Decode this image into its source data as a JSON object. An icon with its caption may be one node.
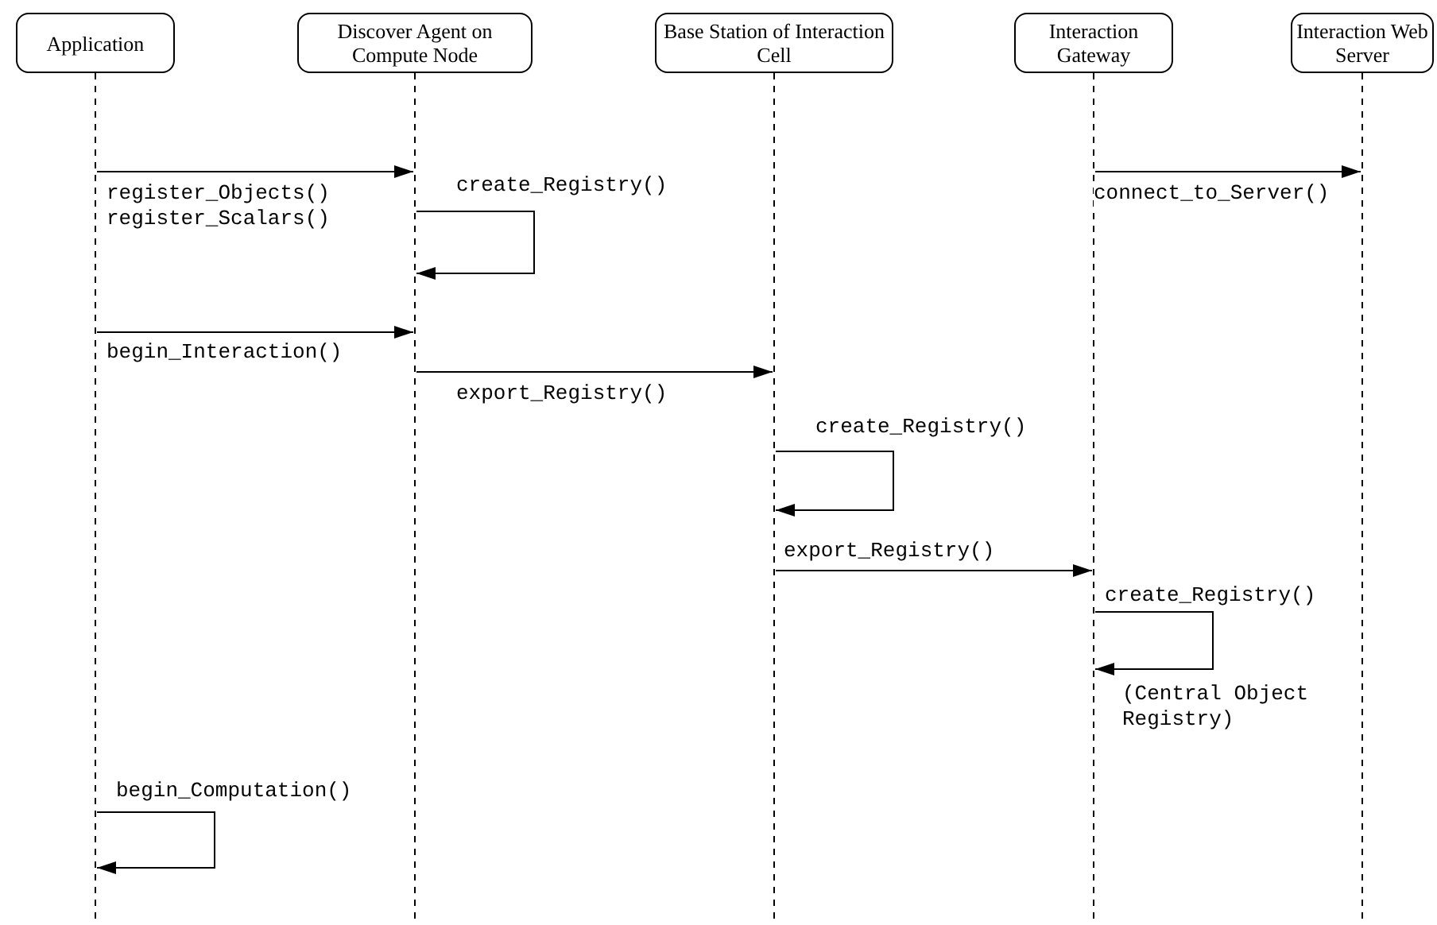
{
  "diagram": {
    "nodes": [
      {
        "text": [
          "Application"
        ]
      },
      {
        "text": [
          "Discover Agent on Compute Node"
        ]
      },
      {
        "text": [
          "Base Station of Interaction Cell"
        ]
      },
      {
        "text": [
          "Interaction Gateway"
        ]
      },
      {
        "text": [
          "Interaction Web Server"
        ]
      }
    ],
    "edges": [
      {
        "from": 0,
        "to": 1,
        "arrow": "to",
        "label": "register_Objects() register_Scalars()"
      },
      {
        "from": 1,
        "to": 1,
        "arrow": "to",
        "label": "create_Registry()"
      },
      {
        "from": 3,
        "to": 4,
        "arrow": "to",
        "label": "connect_to_Server()"
      },
      {
        "from": 0,
        "to": 1,
        "arrow": "to",
        "label": "begin_Interaction()"
      },
      {
        "from": 1,
        "to": 2,
        "arrow": "to",
        "label": "export_Registry()"
      },
      {
        "from": 2,
        "to": 2,
        "arrow": "to",
        "label": "create_Registry()"
      },
      {
        "from": 2,
        "to": 3,
        "arrow": "to",
        "label": "export_Registry()"
      },
      {
        "from": 3,
        "to": 3,
        "arrow": "to",
        "label": "create_Registry()"
      },
      {
        "from": 0,
        "to": 0,
        "arrow": "to",
        "label": "begin_Computation()"
      }
    ],
    "labels": [
      "(Central Object Registry)"
    ]
  }
}
